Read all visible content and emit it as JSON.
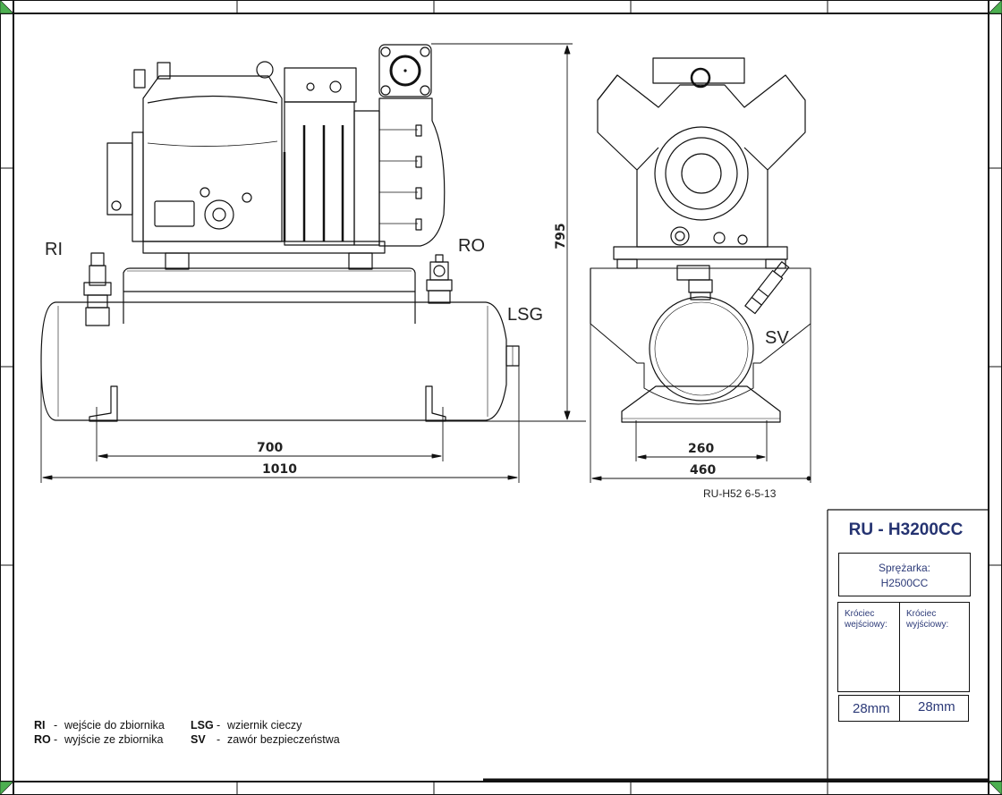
{
  "drawing": {
    "reference": "RU-H52 6-5-13",
    "callouts": {
      "ri": "RI",
      "ro": "RO",
      "lsg": "LSG",
      "sv": "SV"
    },
    "dimensions": {
      "height": "795",
      "feet_spacing_side": "700",
      "length_total": "1010",
      "feet_spacing_front": "260",
      "width_total": "460"
    }
  },
  "title_block": {
    "model": "RU - H3200CC",
    "compressor_label": "Sprężarka:",
    "compressor_model": "H2500CC",
    "inlet_label_line1": "Króciec",
    "inlet_label_line2": "wejściowy:",
    "outlet_label_line1": "Króciec",
    "outlet_label_line2": "wyjściowy:",
    "inlet_size": "28mm",
    "outlet_size": "28mm",
    "text_color": "#2c3a78"
  },
  "legend": [
    {
      "code": "RI",
      "sep": "-",
      "desc": "wejście do zbiornika"
    },
    {
      "code": "RO",
      "sep": "-",
      "desc": "wyjście ze zbiornika"
    },
    {
      "code": "LSG",
      "sep": "-",
      "desc": "wziernik cieczy"
    },
    {
      "code": "SV",
      "sep": "-",
      "desc": "zawór bezpieczeństwa"
    }
  ],
  "colors": {
    "frame_marker": "#4caf50",
    "line": "#111111"
  }
}
